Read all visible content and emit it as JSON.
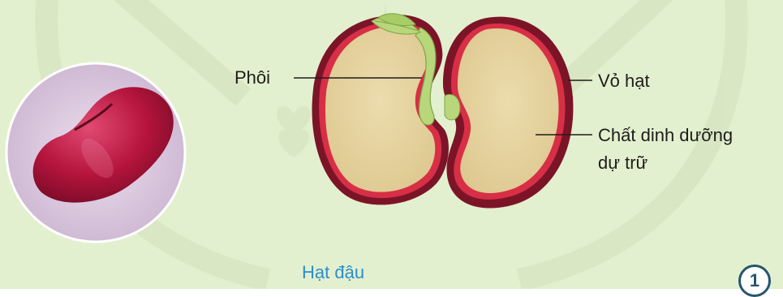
{
  "labels": {
    "embryo": "Phôi",
    "seed_coat": "Vỏ hạt",
    "nutrient_line1": "Chất dinh dưỡng",
    "nutrient_line2": "dự trữ"
  },
  "caption": "Hạt đậu",
  "figure_number": "1",
  "colors": {
    "background": "#e3f0cf",
    "seed_coat": "#7c1428",
    "seed_coat_inner": "#d72f46",
    "cotyledon": "#e5d4a0",
    "embryo_sprout": "#b7d77a",
    "whole_bean": "#b5143c",
    "circle_fill": "#d8c8dc",
    "caption_text": "#2b8fc9"
  }
}
